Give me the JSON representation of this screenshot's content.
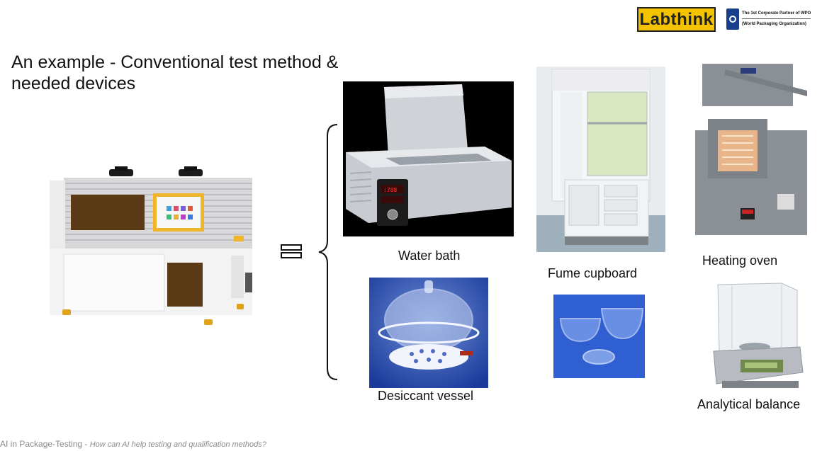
{
  "header": {
    "brand_logo_text": "Labthink",
    "partner_line1": "The 1st Corporate Partner of WPO",
    "partner_line2": "(World Packaging Organization)"
  },
  "slide": {
    "title_line1": "An example - Conventional test method &",
    "title_line2": "needed devices"
  },
  "devices": {
    "water_bath": "Water bath",
    "desiccant_vessel": "Desiccant vessel",
    "fume_cupboard": "Fume cupboard",
    "heating_oven": "Heating oven",
    "analytical_balance": "Analytical balance"
  },
  "footer": {
    "main": "AI in Package-Testing",
    "separator": " - ",
    "subtitle": "How can AI help testing and qualification methods?"
  },
  "colors": {
    "brand_yellow": "#f4c300",
    "wpo_blue": "#1a3f8a",
    "footer_gray": "#8a8a8a"
  }
}
